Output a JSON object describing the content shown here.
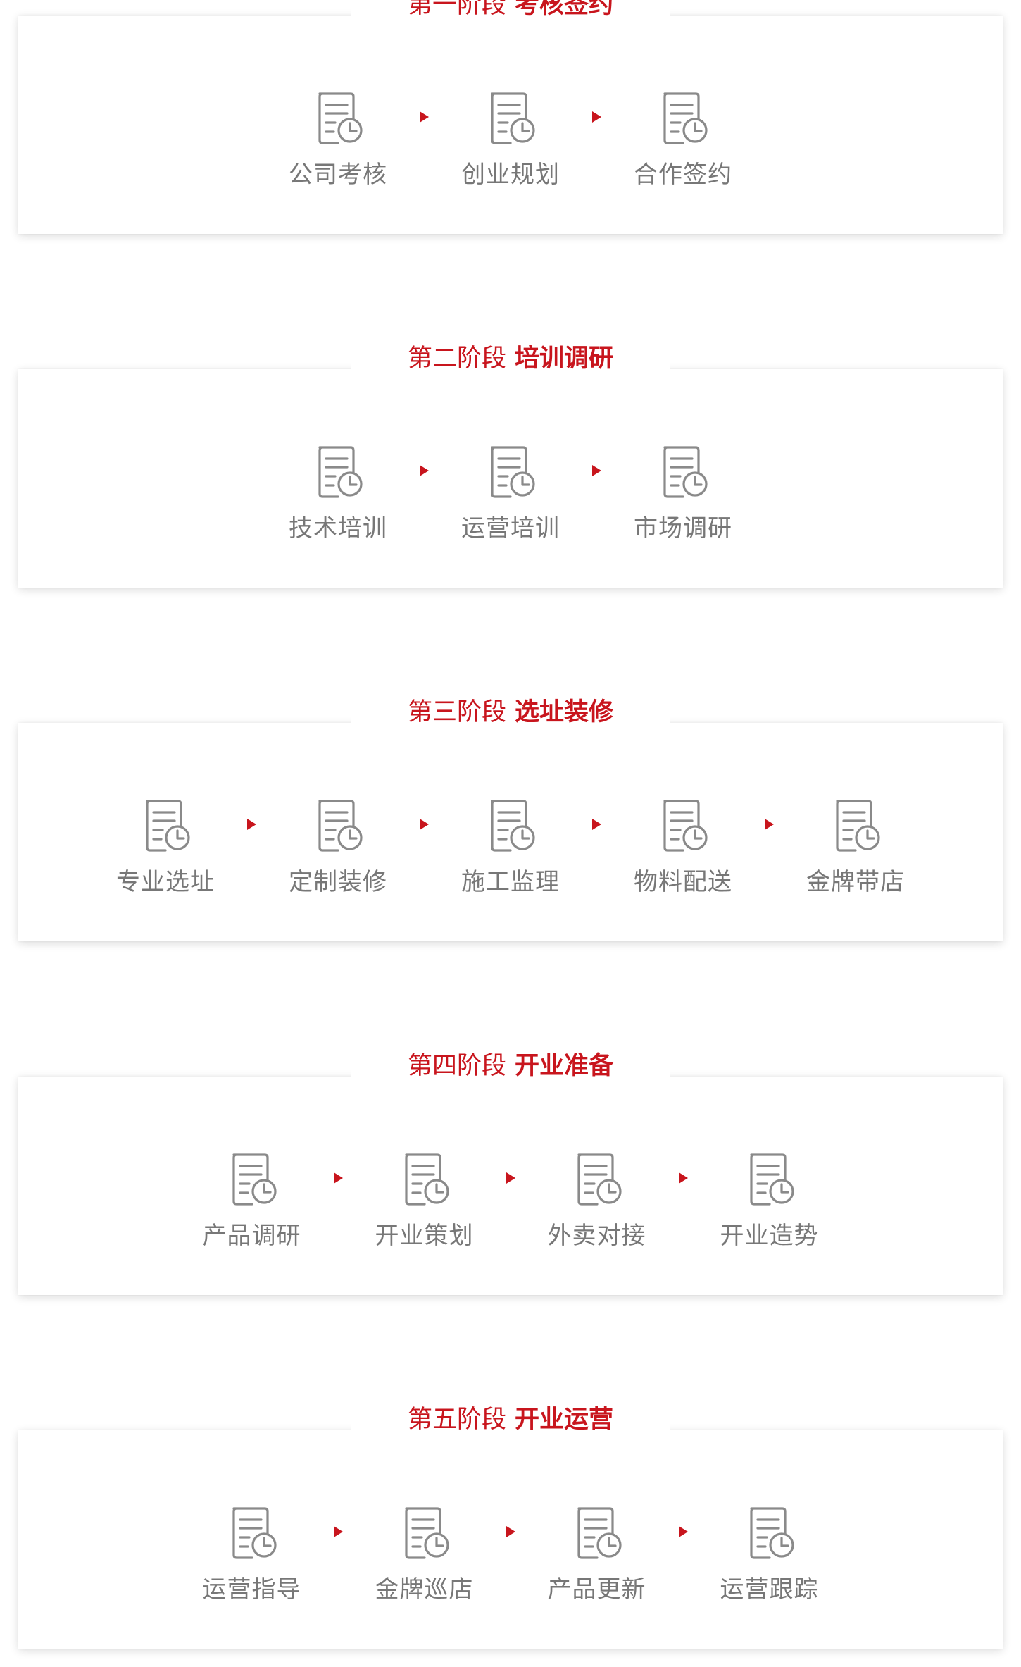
{
  "stages": [
    {
      "prefix": "第一阶段",
      "title": "考核签约",
      "steps": [
        {
          "label": "公司考核",
          "icon": "document-clock-icon"
        },
        {
          "label": "创业规划",
          "icon": "document-clock-icon"
        },
        {
          "label": "合作签约",
          "icon": "document-clock-icon"
        }
      ]
    },
    {
      "prefix": "第二阶段",
      "title": "培训调研",
      "steps": [
        {
          "label": "技术培训",
          "icon": "document-clock-icon"
        },
        {
          "label": "运营培训",
          "icon": "document-clock-icon"
        },
        {
          "label": "市场调研",
          "icon": "document-clock-icon"
        }
      ]
    },
    {
      "prefix": "第三阶段",
      "title": "选址装修",
      "steps": [
        {
          "label": "专业选址",
          "icon": "document-clock-icon"
        },
        {
          "label": "定制装修",
          "icon": "document-clock-icon"
        },
        {
          "label": "施工监理",
          "icon": "document-clock-icon"
        },
        {
          "label": "物料配送",
          "icon": "document-clock-icon"
        },
        {
          "label": "金牌带店",
          "icon": "document-clock-icon"
        }
      ]
    },
    {
      "prefix": "第四阶段",
      "title": "开业准备",
      "steps": [
        {
          "label": "产品调研",
          "icon": "document-clock-icon"
        },
        {
          "label": "开业策划",
          "icon": "document-clock-icon"
        },
        {
          "label": "外卖对接",
          "icon": "document-clock-icon"
        },
        {
          "label": "开业造势",
          "icon": "document-clock-icon"
        }
      ]
    },
    {
      "prefix": "第五阶段",
      "title": "开业运营",
      "steps": [
        {
          "label": "运营指导",
          "icon": "document-clock-icon"
        },
        {
          "label": "金牌巡店",
          "icon": "document-clock-icon"
        },
        {
          "label": "产品更新",
          "icon": "document-clock-icon"
        },
        {
          "label": "运营跟踪",
          "icon": "document-clock-icon"
        }
      ]
    }
  ],
  "colors": {
    "accent": "#c8151d",
    "label": "#777777",
    "icon": "#8a8a8a"
  }
}
